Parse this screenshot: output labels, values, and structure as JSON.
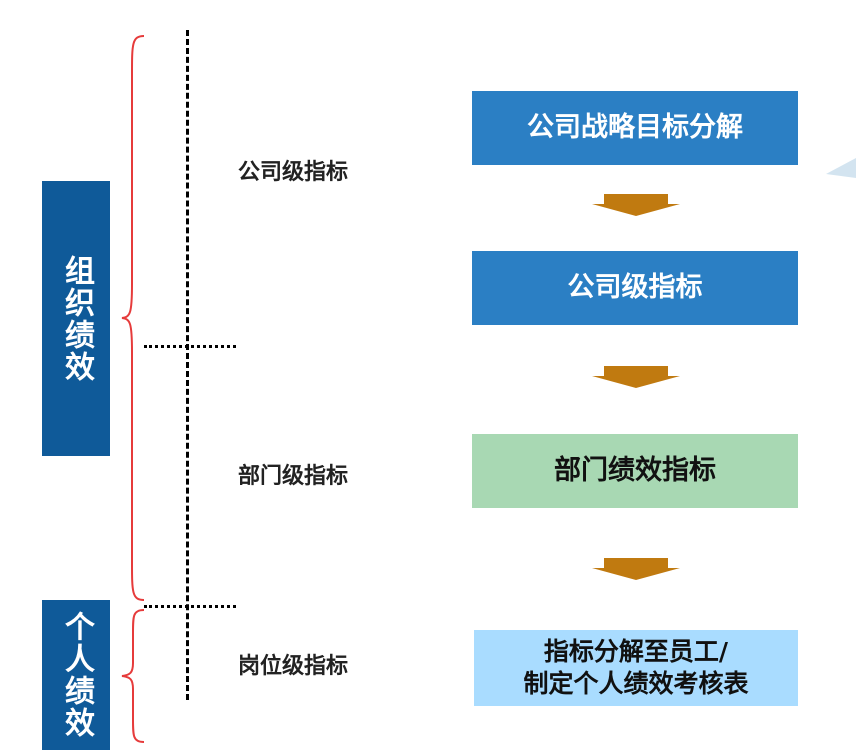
{
  "vertical_labels": {
    "org_performance": "组织绩效",
    "personal_performance": "个人绩效"
  },
  "level_labels": {
    "company": "公司级指标",
    "department": "部门级指标",
    "position": "岗位级指标"
  },
  "flow_boxes": {
    "strategy": "公司战略目标分解",
    "company_indicators": "公司级指标",
    "department_indicators": "部门绩效指标",
    "employee_line1": "指标分解至员工/",
    "employee_line2": "制定个人绩效考核表"
  },
  "colors": {
    "dark_blue": "#0f5a99",
    "blue_box": "#2b7fc4",
    "green_box": "#a8d8b3",
    "light_blue_box": "#a9dcff",
    "arrow": "#c07a10",
    "brace": "#e63b3b"
  }
}
